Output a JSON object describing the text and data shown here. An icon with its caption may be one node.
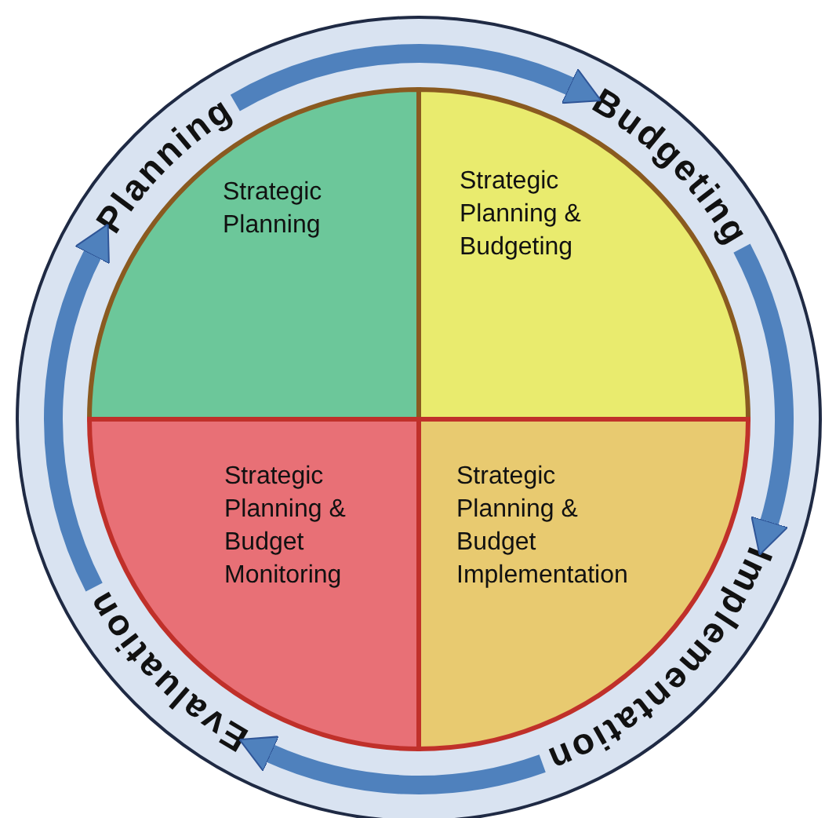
{
  "diagram": {
    "nodes": [
      {
        "text": [
          "Planning"
        ]
      },
      {
        "text": [
          "Budgeting"
        ]
      },
      {
        "text": [
          "Implementation"
        ]
      },
      {
        "text": [
          "Evaluation"
        ]
      },
      {
        "text": [
          "Strategic Planning"
        ]
      },
      {
        "text": [
          "Strategic Planning & Budgeting"
        ]
      },
      {
        "text": [
          "Strategic Planning & Budget Implementation"
        ]
      },
      {
        "text": [
          "Strategic Planning & Budget Monitoring"
        ]
      }
    ],
    "edges": [
      {
        "from": 0,
        "to": 1,
        "arrow": "to"
      },
      {
        "from": 1,
        "to": 2,
        "arrow": "to"
      },
      {
        "from": 2,
        "to": 3,
        "arrow": "to"
      },
      {
        "from": 3,
        "to": 0,
        "arrow": "to"
      }
    ]
  }
}
